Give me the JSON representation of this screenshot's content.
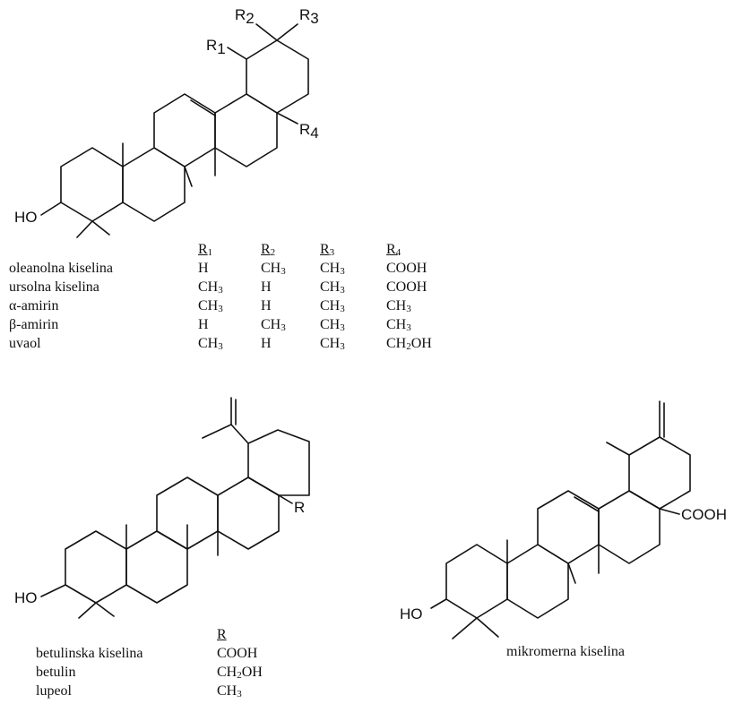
{
  "top_structure": {
    "labels": {
      "r1": "R1",
      "r2": "R2",
      "r3": "R3",
      "r4": "R4",
      "ho": "HO"
    }
  },
  "top_table": {
    "headers": [
      "R1",
      "R2",
      "R3",
      "R4"
    ],
    "rows": [
      {
        "name": "oleanolna kiselina",
        "r1": "H",
        "r2": "CH3",
        "r3": "CH3",
        "r4": "COOH"
      },
      {
        "name": "ursolna kiselina",
        "r1": "CH3",
        "r2": "H",
        "r3": "CH3",
        "r4": "COOH"
      },
      {
        "name": "α-amirin",
        "r1": "CH3",
        "r2": "H",
        "r3": "CH3",
        "r4": "CH3"
      },
      {
        "name": "β-amirin",
        "r1": "H",
        "r2": "CH3",
        "r3": "CH3",
        "r4": "CH3"
      },
      {
        "name": "uvaol",
        "r1": "CH3",
        "r2": "H",
        "r3": "CH3",
        "r4": "CH2OH"
      }
    ]
  },
  "lupane_structure": {
    "labels": {
      "r": "R",
      "ho": "HO"
    }
  },
  "lupane_table": {
    "header": "R",
    "rows": [
      {
        "name": "betulinska kiselina",
        "r": "COOH"
      },
      {
        "name": "betulin",
        "r": "CH2OH"
      },
      {
        "name": "lupeol",
        "r": "CH3"
      }
    ]
  },
  "micromeric_structure": {
    "labels": {
      "cooh": "COOH",
      "ho": "HO"
    },
    "name": "mikromerna kiselina"
  }
}
